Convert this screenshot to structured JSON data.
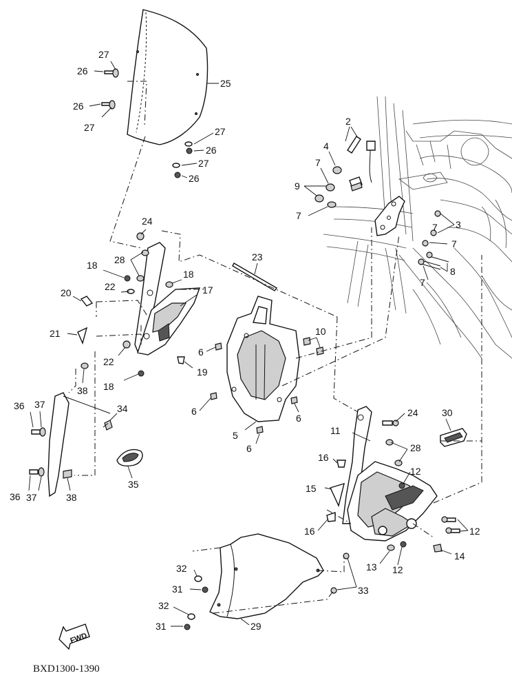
{
  "diagram": {
    "drawing_code": "BXD1300-1390",
    "direction_arrow": "FWD",
    "callouts": [
      {
        "id": "c27a",
        "text": "27"
      },
      {
        "id": "c26a",
        "text": "26"
      },
      {
        "id": "c25",
        "text": "25"
      },
      {
        "id": "c26b",
        "text": "26"
      },
      {
        "id": "c27b",
        "text": "27"
      },
      {
        "id": "c27c",
        "text": "27"
      },
      {
        "id": "c26c",
        "text": "26"
      },
      {
        "id": "c27d",
        "text": "27"
      },
      {
        "id": "c26d",
        "text": "26"
      },
      {
        "id": "c2",
        "text": "2"
      },
      {
        "id": "c4",
        "text": "4"
      },
      {
        "id": "c7a",
        "text": "7"
      },
      {
        "id": "c9",
        "text": "9"
      },
      {
        "id": "c7b",
        "text": "7"
      },
      {
        "id": "c3",
        "text": "3"
      },
      {
        "id": "c7c",
        "text": "7"
      },
      {
        "id": "c7d",
        "text": "7"
      },
      {
        "id": "c8",
        "text": "8"
      },
      {
        "id": "c7e",
        "text": "7"
      },
      {
        "id": "c24a",
        "text": "24"
      },
      {
        "id": "c28a",
        "text": "28"
      },
      {
        "id": "c18a",
        "text": "18"
      },
      {
        "id": "c18b",
        "text": "18"
      },
      {
        "id": "c23",
        "text": "23"
      },
      {
        "id": "c22a",
        "text": "22"
      },
      {
        "id": "c17",
        "text": "17"
      },
      {
        "id": "c20",
        "text": "20"
      },
      {
        "id": "c21",
        "text": "21"
      },
      {
        "id": "c22b",
        "text": "22"
      },
      {
        "id": "c19",
        "text": "19"
      },
      {
        "id": "c18c",
        "text": "18"
      },
      {
        "id": "c38a",
        "text": "38"
      },
      {
        "id": "c6a",
        "text": "6"
      },
      {
        "id": "c10",
        "text": "10"
      },
      {
        "id": "c6b",
        "text": "6"
      },
      {
        "id": "c6c",
        "text": "6"
      },
      {
        "id": "c5",
        "text": "5"
      },
      {
        "id": "c6d",
        "text": "6"
      },
      {
        "id": "c36a",
        "text": "36"
      },
      {
        "id": "c37a",
        "text": "37"
      },
      {
        "id": "c34",
        "text": "34"
      },
      {
        "id": "c36b",
        "text": "36"
      },
      {
        "id": "c37b",
        "text": "37"
      },
      {
        "id": "c38b",
        "text": "38"
      },
      {
        "id": "c35",
        "text": "35"
      },
      {
        "id": "c24b",
        "text": "24"
      },
      {
        "id": "c30",
        "text": "30"
      },
      {
        "id": "c11",
        "text": "11"
      },
      {
        "id": "c28b",
        "text": "28"
      },
      {
        "id": "c16a",
        "text": "16"
      },
      {
        "id": "c12a",
        "text": "12"
      },
      {
        "id": "c15",
        "text": "15"
      },
      {
        "id": "c16b",
        "text": "16"
      },
      {
        "id": "c12b",
        "text": "12"
      },
      {
        "id": "c14",
        "text": "14"
      },
      {
        "id": "c13",
        "text": "13"
      },
      {
        "id": "c12c",
        "text": "12"
      },
      {
        "id": "c32a",
        "text": "32"
      },
      {
        "id": "c31a",
        "text": "31"
      },
      {
        "id": "c33",
        "text": "33"
      },
      {
        "id": "c32b",
        "text": "32"
      },
      {
        "id": "c31b",
        "text": "31"
      },
      {
        "id": "c29",
        "text": "29"
      }
    ]
  }
}
